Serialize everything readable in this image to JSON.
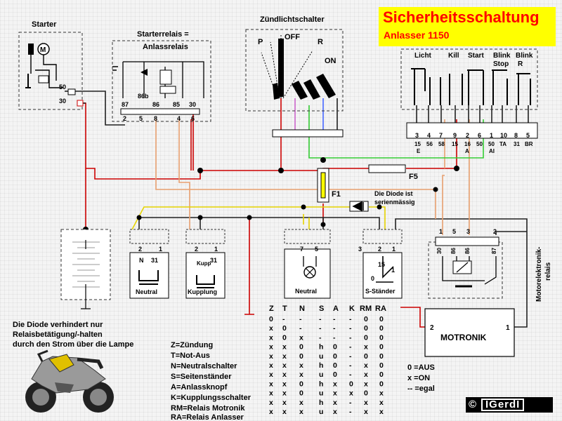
{
  "title": {
    "main": "Sicherheitsschaltung",
    "sub": "Anlasser 1150"
  },
  "labels": {
    "starter": "Starter",
    "starter_m": "M",
    "starter_term_50": "50",
    "starter_term_30": "30",
    "relay_title_1": "Starterrelais =",
    "relay_title_2": "Anlassrelais",
    "relay_86b": "86b",
    "relay_pins": [
      "87",
      "86",
      "85",
      "30"
    ],
    "relay_bottom": [
      "2",
      "5",
      "8",
      "4",
      "6"
    ],
    "ignition_title": "Zündlichtschalter",
    "ign_p": "P",
    "ign_off": "OFF",
    "ign_r": "R",
    "ign_on": "ON",
    "sw_cols": [
      "Licht",
      "Kill",
      "Start",
      "Blink",
      "Blink"
    ],
    "sw_cols2": [
      "Stop",
      "R"
    ],
    "conn_top": [
      "3",
      "4",
      "7",
      "9",
      "2",
      "6",
      "1",
      "10",
      "8",
      "5"
    ],
    "conn_bottom": [
      "15",
      "56",
      "58",
      "15",
      "16",
      "50",
      "50",
      "TA",
      "31",
      "BR"
    ],
    "conn_sub": [
      "E",
      "A",
      "AI"
    ],
    "f1": "F1",
    "f5": "F5",
    "diode_note_1": "Die Diode ist",
    "diode_note_2": "serienmässig",
    "neutral_sw": "Neutral",
    "neutral_n": "N",
    "kupplung_sw": "Kupplung",
    "kupp": "Kupp",
    "sw_31": "31",
    "neutral_lamp": "Neutral",
    "sstaender": "S-Ständer",
    "ss_15": "15",
    "ss_0": "0",
    "ss_1": "1",
    "small_2": "2",
    "small_1": "1",
    "small_3": "3",
    "small_7": "7",
    "small_5": "5",
    "mer_top": [
      "1",
      "5",
      "3",
      "2"
    ],
    "mer_pins": [
      "30",
      "86",
      "86",
      "87"
    ],
    "mer_label_1": "Motorelektronik-",
    "mer_label_2": "relais",
    "motronik": "MOTRONIK",
    "mot_2": "2",
    "mot_1": "1",
    "note_1": "Die Diode verhindert nur",
    "note_2": "Relaisbetätigung/-halten",
    "note_3": "durch den Strom über die Lampe"
  },
  "legend": [
    "Z=Zündung",
    "T=Not-Aus",
    "N=Neutralschalter",
    "S=Seitenständer",
    "A=Anlassknopf",
    "K=Kupplungsschalter",
    "RM=Relais Motronik",
    "RA=Relais Anlasser"
  ],
  "truth_table": {
    "headers": [
      "Z",
      "T",
      "N",
      "S",
      "A",
      "K",
      "RM",
      "RA"
    ],
    "rows": [
      [
        "0",
        "-",
        "-",
        "-",
        "-",
        "-",
        "0",
        "0"
      ],
      [
        "x",
        "0",
        "-",
        "-",
        "-",
        "-",
        "0",
        "0"
      ],
      [
        "x",
        "0",
        "x",
        "-",
        "-",
        "-",
        "0",
        "0"
      ],
      [
        "x",
        "x",
        "0",
        "h",
        "0",
        "-",
        "x",
        "0"
      ],
      [
        "x",
        "x",
        "0",
        "u",
        "0",
        "-",
        "0",
        "0"
      ],
      [
        "x",
        "x",
        "x",
        "h",
        "0",
        "-",
        "x",
        "0"
      ],
      [
        "x",
        "x",
        "x",
        "u",
        "0",
        "-",
        "x",
        "0"
      ],
      [
        "x",
        "x",
        "0",
        "h",
        "x",
        "0",
        "x",
        "0"
      ],
      [
        "x",
        "x",
        "0",
        "u",
        "x",
        "x",
        "0",
        "x"
      ],
      [
        "x",
        "x",
        "x",
        "h",
        "x",
        "-",
        "x",
        "x"
      ],
      [
        "x",
        "x",
        "x",
        "u",
        "x",
        "-",
        "x",
        "x"
      ]
    ],
    "key": [
      "0 =AUS",
      "x =ON",
      "-- =egal"
    ]
  },
  "logo": {
    "c": "©",
    "name": "IGerdI"
  },
  "colors": {
    "title_bg": "#ffff00",
    "title_text": "#ff0000",
    "wire_red": "#cc0000",
    "wire_orange": "#e8a070",
    "wire_yellow": "#e6d400",
    "wire_green": "#33cc33",
    "wire_purple": "#cc66cc",
    "wire_blue": "#4466ff"
  }
}
